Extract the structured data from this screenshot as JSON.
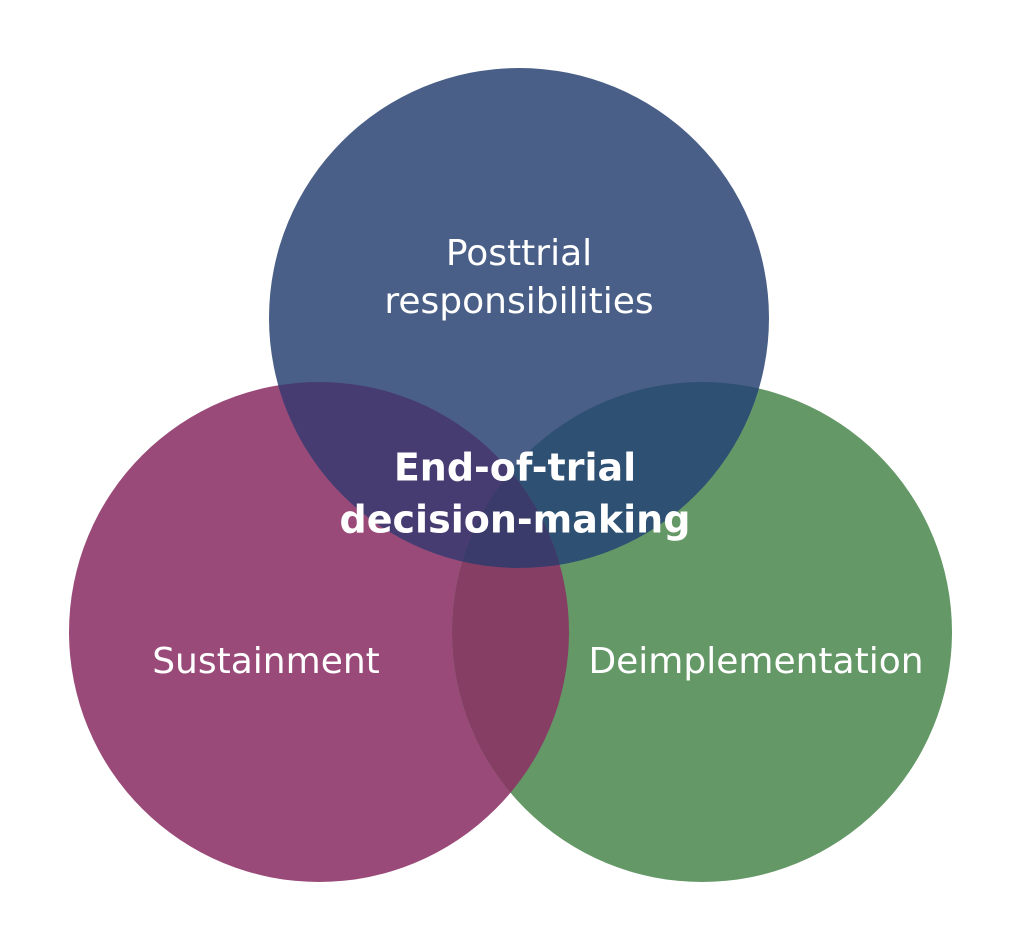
{
  "diagram": {
    "type": "venn",
    "circles": [
      {
        "id": "posttrial",
        "label_lines": [
          "Posttrial",
          "responsibilities"
        ],
        "color": "#4A5F87"
      },
      {
        "id": "sustainment",
        "label_lines": [
          "Sustainment"
        ],
        "color": "#9A4A78"
      },
      {
        "id": "deimplementation",
        "label_lines": [
          "Deimplementation"
        ],
        "color": "#649866"
      }
    ],
    "center_label_lines": [
      "End-of-trial",
      "decision-making"
    ],
    "overlap_colors": {
      "top_left": "#473C72",
      "top_right": "#2E5072",
      "bottom": "#873E65",
      "center": "#3A3B6A"
    }
  }
}
